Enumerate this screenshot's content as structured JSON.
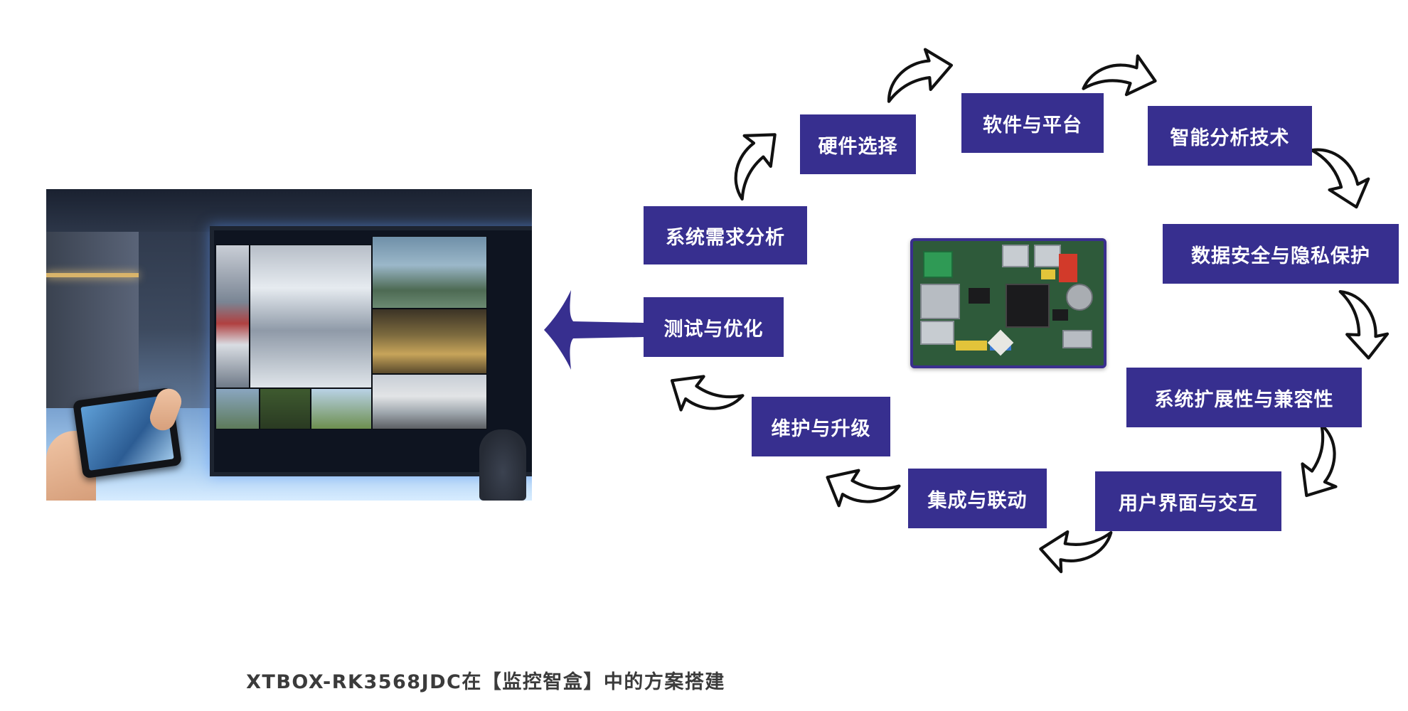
{
  "steps": {
    "requirements": "系统需求分析",
    "hardware": "硬件选择",
    "software": "软件与平台",
    "ai": "智能分析技术",
    "security": "数据安全与隐私保护",
    "scalability": "系统扩展性与兼容性",
    "ui": "用户界面与交互",
    "integration": "集成与联动",
    "maintenance": "维护与升级",
    "testing": "测试与优化"
  },
  "caption": "XTBOX-RK3568JDC在【监控智盒】中的方案搭建",
  "colors": {
    "box_fill": "#372f8f",
    "box_text": "#ffffff",
    "main_arrow": "#372f8f",
    "curved_arrow_stroke": "#111111",
    "caption_text": "#3b3b3b"
  },
  "icons": {
    "main_arrow": "arrow-left-icon",
    "cycle_arrows": "curved-arrow-icon"
  }
}
